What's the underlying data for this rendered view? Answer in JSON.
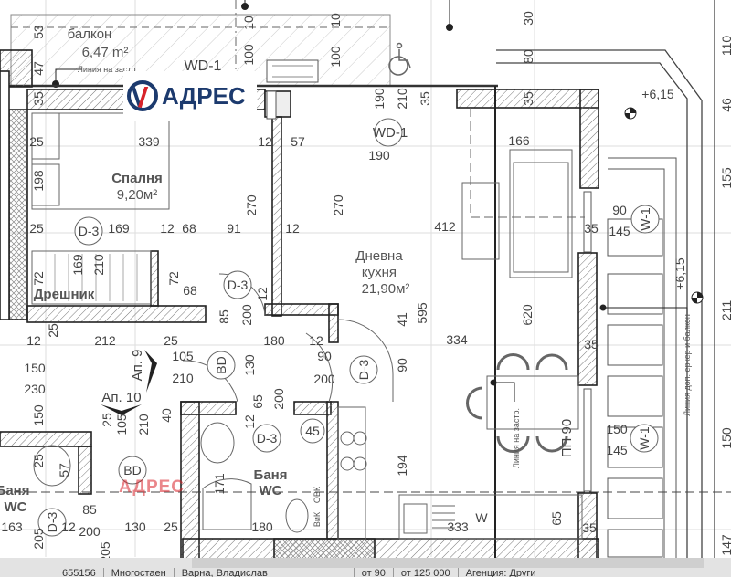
{
  "logo": {
    "text": "АДРЕС",
    "brand_color": "#1c3a6e",
    "accent_color": "#d8232a"
  },
  "watermark": "АДРЕС",
  "rooms": {
    "balcony": {
      "name": "балкон",
      "area": "6,47 m²"
    },
    "bedroom": {
      "name": "Спалня",
      "area": "9,20м²"
    },
    "living": {
      "name": "Дневна",
      "name2": "кухня",
      "area": "21,90м²"
    },
    "closet": {
      "name": "Дрешник"
    },
    "bath_left": {
      "name": "Баня",
      "name2": "WC"
    },
    "bath_right": {
      "name": "Баня",
      "name2": "WC"
    }
  },
  "apartments": {
    "ap9": "Ап. 9",
    "ap10": "Ап. 10"
  },
  "tags": {
    "wd1_a": "WD-1",
    "wd1_b": "WD-1",
    "w1_a": "W-1",
    "w1_b": "W-1",
    "d3_a": "D-3",
    "d3_b": "D-3",
    "d3_c": "D-3",
    "d3_d": "D-3",
    "d3_e": "D-3",
    "bd_a": "BD",
    "bd_b": "BD",
    "c45": "45",
    "pp90": "ПП 90",
    "w": "W",
    "line1": "Линия на застр.",
    "line2": "Линия на застр.",
    "line3": "Линия доп. еркер и балкон",
    "ovk": "ОВК",
    "vik": "ВиК",
    "lvl1": "+6,15",
    "lvl2": "+6,15"
  },
  "dims": {
    "t53": "53",
    "t47": "47",
    "t35a": "35",
    "t10a": "10",
    "t100a": "100",
    "t10b": "10",
    "t100b": "100",
    "t190a": "190",
    "t210a": "210",
    "t35b": "35",
    "t190b": "190",
    "t30": "30",
    "t80": "80",
    "t35c": "35",
    "t110": "110",
    "t46": "46",
    "t155": "155",
    "t25a": "25",
    "t339": "339",
    "t12a": "12",
    "t57a": "57",
    "t166": "166",
    "t198": "198",
    "t270a": "270",
    "t270b": "270",
    "t12b": "12",
    "t25b": "25",
    "t169a": "169",
    "t12c": "12",
    "t68a": "68",
    "t91": "91",
    "t412": "412",
    "t90a": "90",
    "t35d": "35",
    "t145a": "145",
    "t169b": "169",
    "t210b": "210",
    "t72a": "72",
    "t72b": "72",
    "t68b": "68",
    "t12d": "12",
    "t211": "211",
    "t85a": "85",
    "t200a": "200",
    "t25c": "25",
    "t12e": "12",
    "t212": "212",
    "t25d": "25",
    "t180a": "180",
    "t12f": "12",
    "t334": "334",
    "t41": "41",
    "t595": "595",
    "t620": "620",
    "t35e": "35",
    "t150a": "150",
    "t230": "230",
    "t105a": "105",
    "t210c": "210",
    "t130a": "130",
    "t90b": "90",
    "t200b": "200",
    "t90c": "90",
    "t150b": "150",
    "t25e": "25",
    "t105b": "105",
    "t210d": "210",
    "t40": "40",
    "t65a": "65",
    "t200c": "200",
    "t12g": "12",
    "t150c": "150",
    "t145b": "145",
    "t150d": "150",
    "t194": "194",
    "t25f": "25",
    "t57b": "57",
    "t171": "171",
    "t85b": "85",
    "t163": "163",
    "t12h": "12",
    "t200d": "200",
    "t130b": "130",
    "t25g": "25",
    "t180b": "180",
    "t205a": "205",
    "t205b": "205",
    "t333": "333",
    "t65b": "65",
    "t35f": "35",
    "t147": "147"
  },
  "footer": {
    "id": "655156",
    "type": "Многостаен",
    "location": "Варна, Владислав",
    "area": "от 90",
    "price": "от 125 000",
    "agency": "Агенция: Други"
  }
}
